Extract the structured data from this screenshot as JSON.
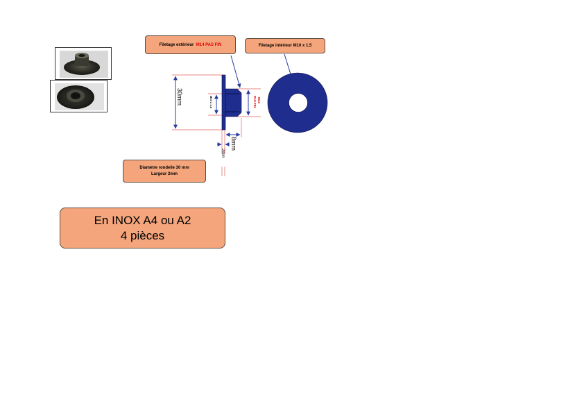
{
  "callouts": {
    "exterior_thread_prefix": "Filetage extérieur",
    "exterior_thread_value": "M14 PAS FIN",
    "interior_thread": "Filetage intérieur M10 x 1,5",
    "washer_line1": "Diamètre rondelle 30 mm",
    "washer_line2": "Largeur 2mm",
    "material_line1": "En INOX A4 ou A2",
    "material_line2": "4 pièces"
  },
  "dimensions": {
    "height": "30mm",
    "inner_thread": "M10 x 1,5",
    "outer_thread_line1": "M14",
    "outer_thread_line2": "PAS FIN",
    "length": "8mm",
    "thickness": "2mm"
  },
  "colors": {
    "callout_fill": "#f4a57c",
    "part_fill": "#1f2d8f",
    "dimension_line": "#2a3aa0",
    "extension_line": "#e06060",
    "highlight_text": "#e00000"
  }
}
